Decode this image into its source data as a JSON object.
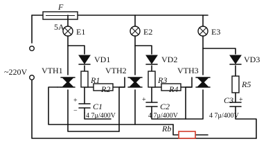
{
  "fuse": {
    "designator": "F",
    "rating": "5A"
  },
  "supply": {
    "label": "~220V"
  },
  "lamps": [
    {
      "label": "E1"
    },
    {
      "label": "E2"
    },
    {
      "label": "E3"
    }
  ],
  "diodes": [
    {
      "label": "VD1"
    },
    {
      "label": "VD2"
    },
    {
      "label": "VD3"
    }
  ],
  "triacs": [
    {
      "label": "VTH1"
    },
    {
      "label": "VTH2"
    },
    {
      "label": "VTH3"
    }
  ],
  "resistors": [
    {
      "label": "R1"
    },
    {
      "label": "R2"
    },
    {
      "label": "R3"
    },
    {
      "label": "R4"
    },
    {
      "label": "R5"
    }
  ],
  "capacitors": [
    {
      "label": "C1",
      "value": "4 7μ/400V",
      "polarity": "+\n−"
    },
    {
      "label": "C2",
      "value": "4 7μ/400V",
      "polarity": "+"
    },
    {
      "label": "C3",
      "value": "4 7μ/400V",
      "polarity": "+"
    }
  ],
  "feedback_resistor": {
    "label": "Rb"
  },
  "colors": {
    "highlight": "#d23a2a"
  }
}
